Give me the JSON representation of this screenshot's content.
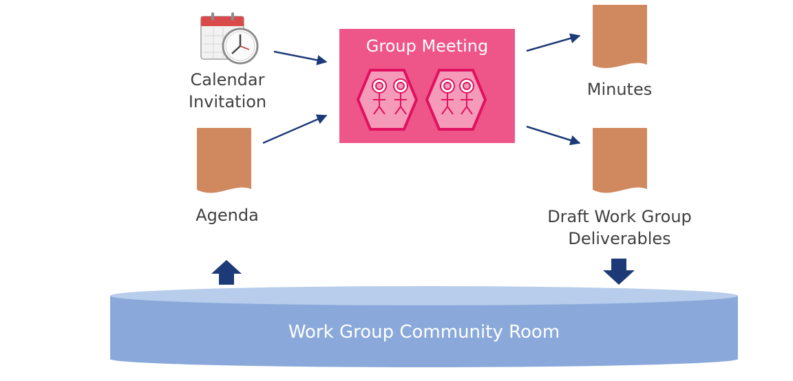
{
  "nodes": {
    "calendar": {
      "label_line1": "Calendar",
      "label_line2": "Invitation",
      "icon": "calendar-clock-icon"
    },
    "agenda": {
      "label": "Agenda",
      "icon": "document-icon"
    },
    "meeting": {
      "title": "Group Meeting",
      "icon": "people-group-icon"
    },
    "minutes": {
      "label": "Minutes",
      "icon": "document-icon"
    },
    "deliverables": {
      "label_line1": "Draft Work Group",
      "label_line2": "Deliverables",
      "icon": "document-icon"
    },
    "room": {
      "label": "Work Group Community Room"
    }
  },
  "colors": {
    "meeting_fill": "#ee5589",
    "hexagon_fill": "#f59ab8",
    "hexagon_stroke": "#e0115e",
    "document_fill": "#d0895e",
    "arrow": "#1d3a78",
    "room_top": "#b8cdeb",
    "room_body": "#8aa9da",
    "label_text": "#3f3f3f"
  }
}
